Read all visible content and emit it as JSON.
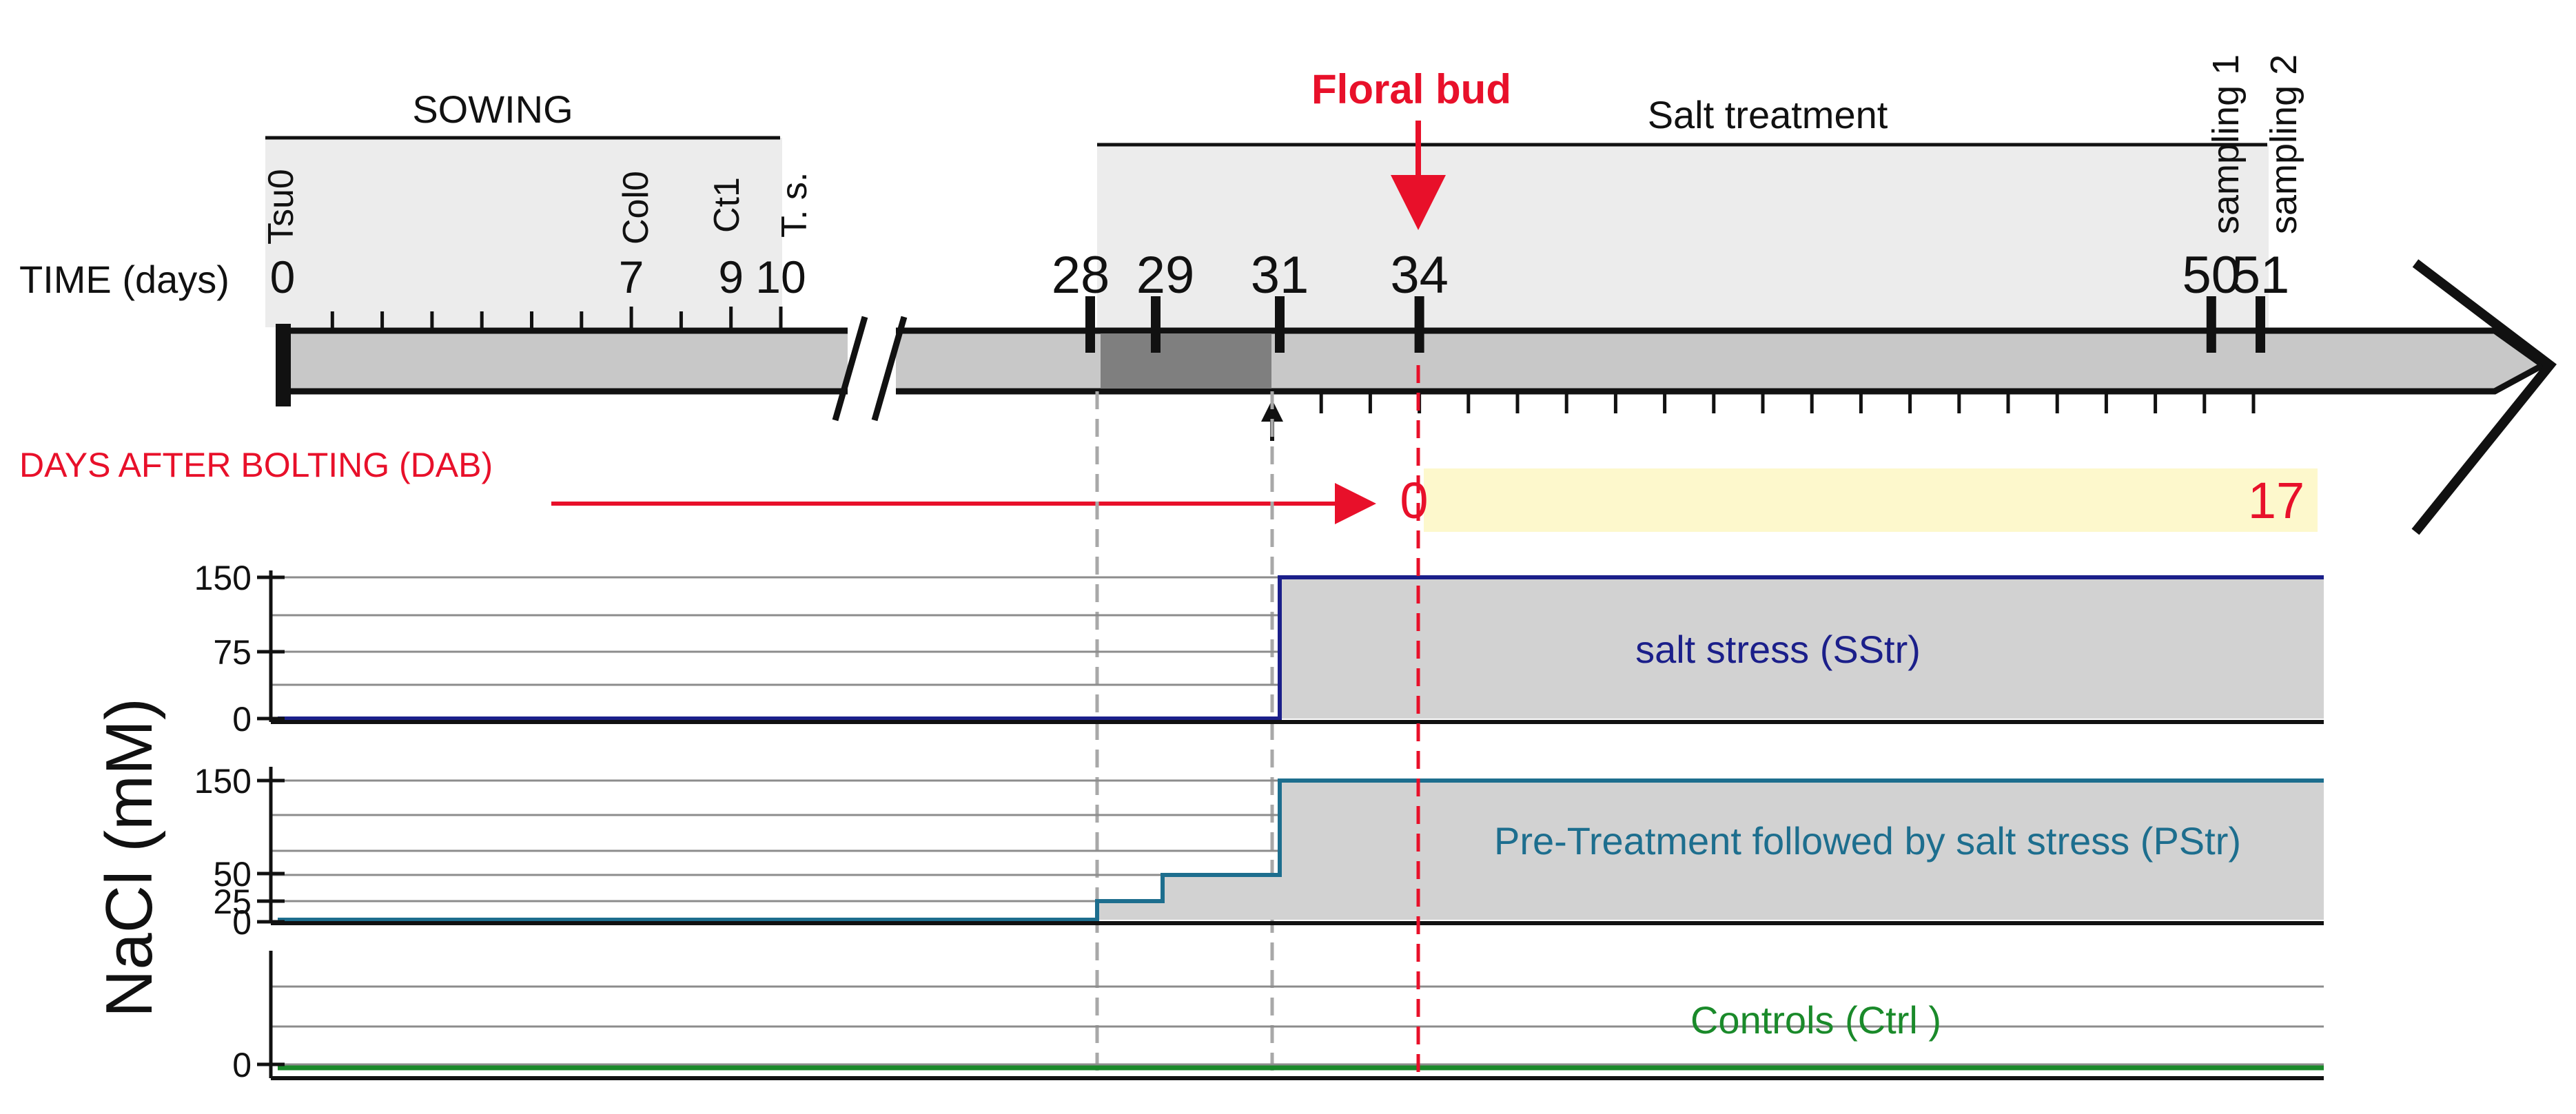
{
  "timeline": {
    "axis_label": "TIME (days)",
    "ticks": [
      {
        "label": "0",
        "day": 0
      },
      {
        "label": "7",
        "day": 7
      },
      {
        "label": "9",
        "day": 9
      },
      {
        "label": "10",
        "day": 10
      },
      {
        "label": "28",
        "day": 28
      },
      {
        "label": "29",
        "day": 29
      },
      {
        "label": "31",
        "day": 31
      },
      {
        "label": "34",
        "day": 34
      },
      {
        "label": "50",
        "day": 50
      },
      {
        "label": "51",
        "day": 51
      }
    ],
    "sowing_title": "SOWING",
    "genotypes": [
      "Tsu0",
      "Col0",
      "Ct1",
      "T. s."
    ],
    "salt_treatment_title": "Salt treatment",
    "floral_bud": "Floral bud",
    "sampling": [
      "sampling 1",
      "sampling 2"
    ]
  },
  "dab": {
    "label": "DAYS AFTER BOLTING (DAB)",
    "start": "0",
    "end": "17"
  },
  "yaxis_label": "NaCl (mM)",
  "panels": [
    {
      "name": "salt stress (SStr)",
      "ticks": [
        "150",
        "75",
        "0"
      ],
      "color": "#1b1f8a",
      "steps": [
        {
          "day": 0,
          "nacl": 0
        },
        {
          "day": 31,
          "nacl": 150
        }
      ]
    },
    {
      "name": "Pre-Treatment followed by salt stress (PStr)",
      "ticks": [
        "150",
        "50",
        "25",
        "0"
      ],
      "color": "#1d6e8e",
      "steps": [
        {
          "day": 0,
          "nacl": 0
        },
        {
          "day": 28,
          "nacl": 25
        },
        {
          "day": 29,
          "nacl": 50
        },
        {
          "day": 31,
          "nacl": 150
        }
      ]
    },
    {
      "name": "Controls (Ctrl )",
      "ticks": [
        "0"
      ],
      "color": "#1a8a2a",
      "steps": [
        {
          "day": 0,
          "nacl": 0
        }
      ]
    }
  ],
  "colors": {
    "red": "#e8102a",
    "dab_band": "#fdf8cc",
    "panel_fill": "#d2d2d2",
    "arrow_fill": "#c8c8c8",
    "pretreatment_fill": "#7f7f7f"
  }
}
